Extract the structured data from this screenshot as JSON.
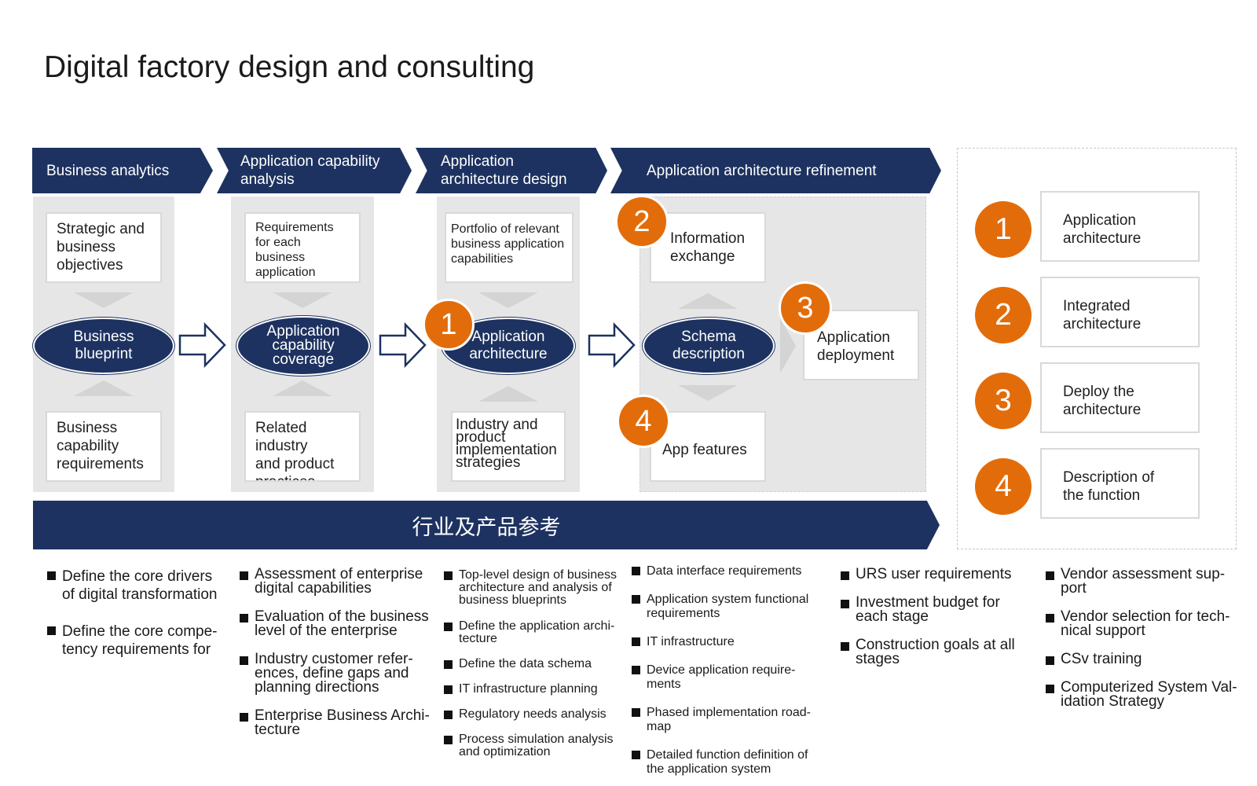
{
  "title": "Digital factory design and consulting",
  "colors": {
    "navy": "#1d3260",
    "orange": "#e36c0a",
    "panel_gray": "#e6e6e6",
    "box_border": "#d9d9d9",
    "triangle_gray": "#d4d4d4"
  },
  "stages": [
    {
      "label_lines": [
        "Business analytics"
      ]
    },
    {
      "label_lines": [
        "Application capability",
        "analysis"
      ]
    },
    {
      "label_lines": [
        "Application",
        "architecture design"
      ]
    },
    {
      "label_lines": [
        "Application architecture refinement"
      ]
    }
  ],
  "columns": [
    {
      "top_box": [
        "Strategic and",
        "business",
        "objectives"
      ],
      "oval": [
        "Business",
        "blueprint"
      ],
      "bottom_box": [
        "Business",
        "capability",
        "requirements"
      ]
    },
    {
      "top_box": [
        "Requirements",
        "for each business",
        "application"
      ],
      "oval": [
        "Application",
        "capability",
        "coverage"
      ],
      "bottom_box": [
        "Related industry",
        "and product",
        "practices"
      ]
    },
    {
      "top_box": [
        "Portfolio of relevant",
        "business application",
        "capabilities"
      ],
      "oval": [
        "Application",
        "architecture"
      ],
      "bottom_box": [
        "Industry and",
        "product",
        "implementation",
        "strategies"
      ]
    }
  ],
  "refinement": {
    "info_exchange": [
      "Information",
      "exchange"
    ],
    "schema_oval": [
      "Schema",
      "description"
    ],
    "app_features": [
      "App features"
    ],
    "app_deployment": [
      "Application",
      "deployment"
    ]
  },
  "badges": {
    "b1": "1",
    "b2": "2",
    "b3": "3",
    "b4": "4"
  },
  "banner": "行业及产品参考",
  "legend": [
    {
      "num": "1",
      "lines": [
        "Application",
        "architecture"
      ]
    },
    {
      "num": "2",
      "lines": [
        "Integrated",
        "architecture"
      ]
    },
    {
      "num": "3",
      "lines": [
        "Deploy the",
        "architecture"
      ]
    },
    {
      "num": "4",
      "lines": [
        "Description of",
        "the function"
      ]
    }
  ],
  "bullets": [
    [
      [
        "Define the core drivers",
        "of digital transformation"
      ],
      [
        "Define the core compe-",
        "tency requirements for"
      ]
    ],
    [
      [
        "Assessment of enterprise",
        "digital capabilities"
      ],
      [
        "Evaluation of the business",
        "level of the enterprise"
      ],
      [
        "Industry customer refer-",
        "ences, define gaps and",
        "planning directions"
      ],
      [
        "Enterprise Business Archi-",
        "tecture"
      ]
    ],
    [
      [
        "Top-level design of business",
        "architecture and analysis of",
        "business blueprints"
      ],
      [
        "Define the application archi-",
        "tecture"
      ],
      [
        "Define the data schema"
      ],
      [
        "IT infrastructure planning"
      ],
      [
        "Regulatory needs analysis"
      ],
      [
        "Process simulation analysis",
        "and optimization"
      ]
    ],
    [
      [
        "Data interface requirements"
      ],
      [
        "Application system functional",
        "requirements"
      ],
      [
        "IT infrastructure"
      ],
      [
        "Device application require-",
        "ments"
      ],
      [
        "Phased implementation road-",
        "map"
      ],
      [
        "Detailed function definition of",
        "the application system"
      ]
    ],
    [
      [
        "URS user requirements"
      ],
      [
        "Investment budget for",
        "each stage"
      ],
      [
        "Construction goals at all",
        "stages"
      ]
    ],
    [
      [
        "Vendor assessment sup-",
        "port"
      ],
      [
        "Vendor selection for tech-",
        "nical support"
      ],
      [
        "CSv training"
      ],
      [
        "Computerized System Val-",
        "idation Strategy"
      ]
    ]
  ]
}
